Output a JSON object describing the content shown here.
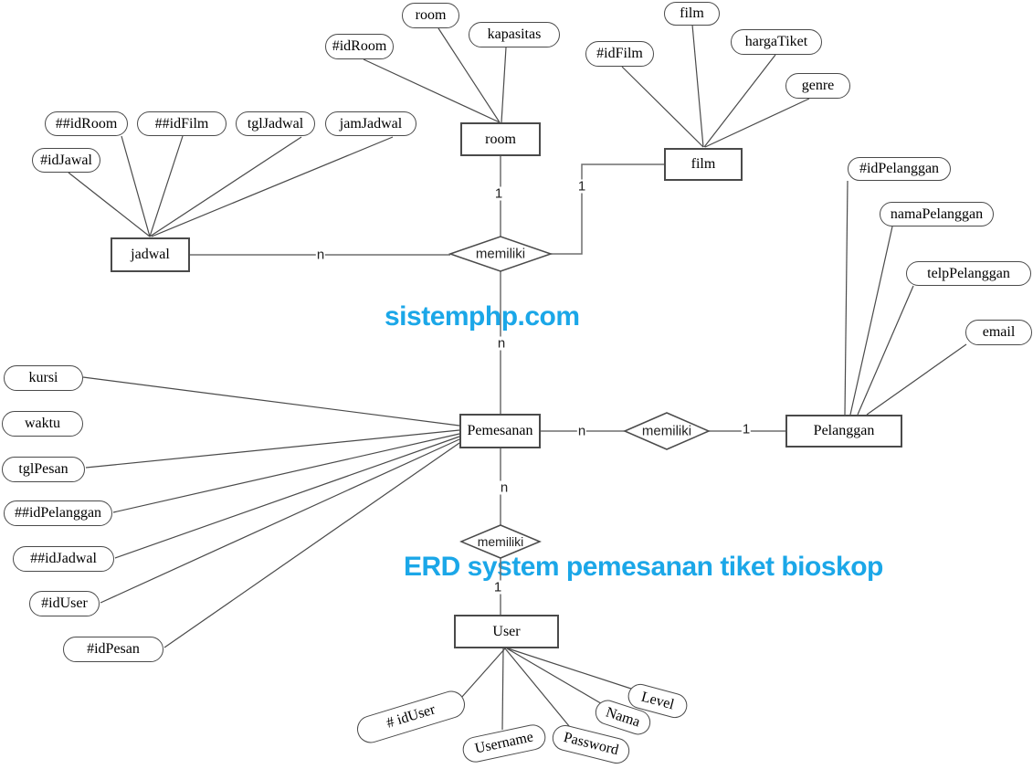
{
  "title": "ERD system pemesanan tiket bioskop",
  "watermark": "sistemphp.com",
  "colors": {
    "accent_blue": "#1BA7E8",
    "shape_border": "#4a4a4a",
    "connector_gray": "#6e6e6e"
  },
  "entities": {
    "room": "room",
    "film": "film",
    "jadwal": "jadwal",
    "pemesanan": "Pemesanan",
    "pelanggan": "Pelanggan",
    "user": "User"
  },
  "relationships": {
    "memiliki1": "memiliki",
    "memiliki2": "memiliki",
    "memiliki3": "memiliki"
  },
  "cardinalities": {
    "room_memiliki1": "1",
    "film_memiliki1": "1",
    "jadwal_memiliki1": "n",
    "memiliki1_pemesanan": "n",
    "pemesanan_memiliki2": "n",
    "memiliki2_pelanggan": "1",
    "pemesanan_memiliki3": "n",
    "memiliki3_user": "1"
  },
  "attributes": {
    "room_id": "#idRoom",
    "room_room": "room",
    "room_kapasitas": "kapasitas",
    "film_film": "film",
    "film_id": "#idFilm",
    "film_harga": "hargaTiket",
    "film_genre": "genre",
    "jadwal_id": "#idJawal",
    "jadwal_idroom": "##idRoom",
    "jadwal_idfilm": "##idFilm",
    "jadwal_tgl": "tglJadwal",
    "jadwal_jam": "jamJadwal",
    "pemesanan_kursi": "kursi",
    "pemesanan_waktu": "waktu",
    "pemesanan_tgl": "tglPesan",
    "pemesanan_idpelanggan": "##idPelanggan",
    "pemesanan_idjadwal": "##idJadwal",
    "pemesanan_iduser": "#idUser",
    "pemesanan_id": "#idPesan",
    "pelanggan_id": "#idPelanggan",
    "pelanggan_nama": "namaPelanggan",
    "pelanggan_telp": "telpPelanggan",
    "pelanggan_email": "email",
    "user_id": "# idUser",
    "user_username": "Username",
    "user_password": "Password",
    "user_nama": "Nama",
    "user_level": "Level"
  }
}
